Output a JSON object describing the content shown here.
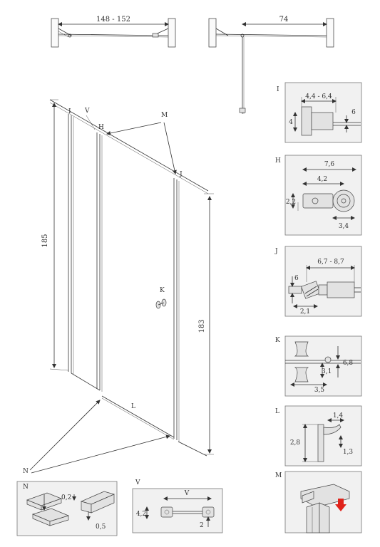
{
  "top_views": {
    "left_dim": "148 - 152",
    "right_dim": "74"
  },
  "door_view": {
    "markers": {
      "I": "I",
      "V": "V",
      "H": "H",
      "M": "M",
      "J": "J",
      "K": "K",
      "L": "L",
      "N": "N"
    },
    "height_left": "185",
    "height_right": "183"
  },
  "details": {
    "I": {
      "label": "I",
      "dim_width": "4,4 - 6,4",
      "dim_height": "4",
      "dim_side": "6"
    },
    "H": {
      "label": "H",
      "dim_total": "7,6",
      "dim_inner": "4,2",
      "dim_height": "2,2",
      "dim_bottom": "3,4"
    },
    "J": {
      "label": "J",
      "dim_range": "6,7 - 8,7",
      "dim_height": "6",
      "dim_bottom": "2,1"
    },
    "K": {
      "label": "K",
      "dim_height": "6,8",
      "dim_mid": "3,1",
      "dim_bottom": "3,5"
    },
    "L": {
      "label": "L",
      "dim_top": "1,4",
      "dim_height": "2,8",
      "dim_side": "1,3"
    },
    "M": {
      "label": "M"
    },
    "N": {
      "label": "N",
      "dim_gap": "0,2",
      "dim_thick": "0,5"
    },
    "V": {
      "label": "V",
      "dim_length": "V",
      "dim_height": "4,2",
      "dim_small": "2"
    }
  }
}
